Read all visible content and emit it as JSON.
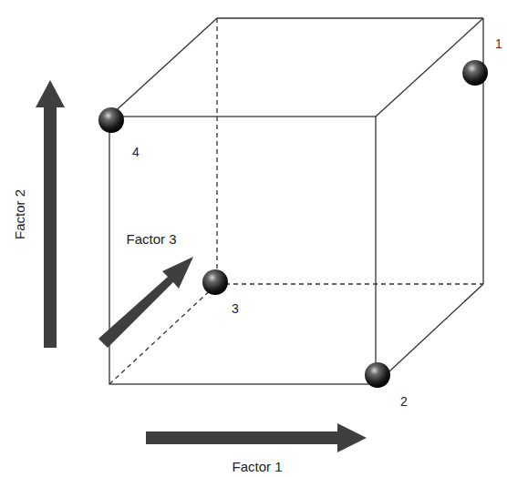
{
  "diagram": {
    "labels": [
      "1",
      "2",
      "3",
      "4",
      "Factor 1",
      "Factor 2",
      "Factor 3"
    ]
  }
}
